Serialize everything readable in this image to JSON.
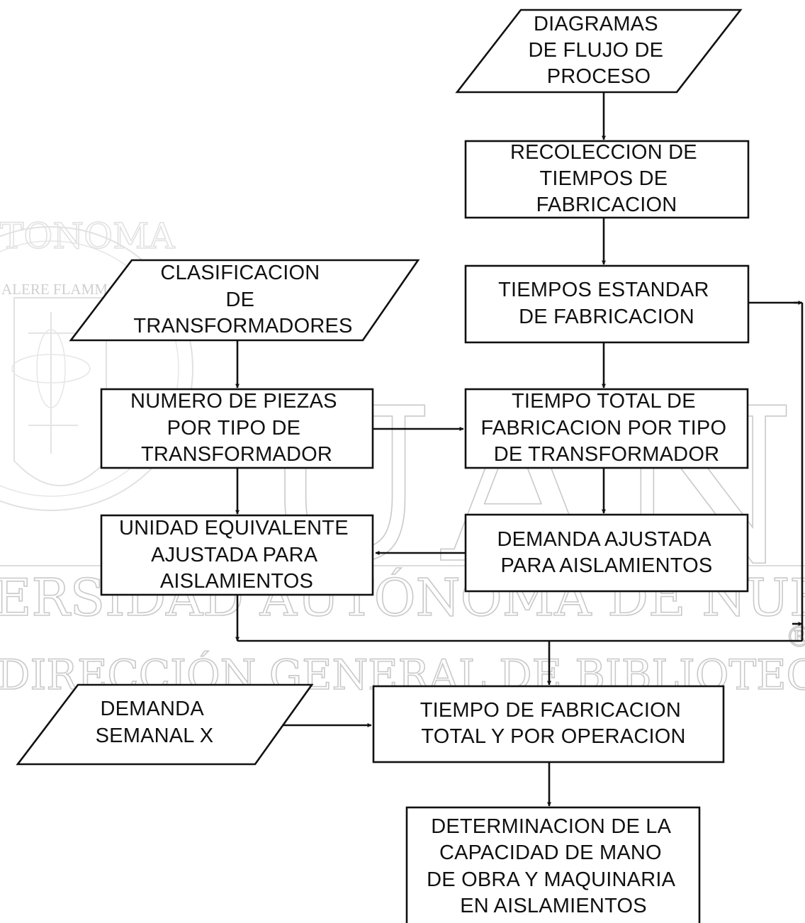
{
  "watermark": {
    "arc_text": "TONOMA",
    "seal_motto": "ALERE FLAMMAM VERITATIS",
    "big_letters": "UANL",
    "university": "ERSIDAD AUTÓNOMA DE NUEVO LEÓN",
    "direction": "DIRECCIÓN GENERAL DE BIBLIOTECAS",
    "registered": "®"
  },
  "nodes": {
    "diagramas": [
      "DIAGRAMAS",
      "DE FLUJO DE",
      "PROCESO"
    ],
    "recoleccion": [
      "RECOLECCION DE",
      "TIEMPOS DE",
      "FABRICACION"
    ],
    "tiempos_estandar": [
      "TIEMPOS ESTANDAR",
      "DE FABRICACION"
    ],
    "clasificacion": [
      "CLASIFICACION",
      "DE",
      "TRANSFORMADORES"
    ],
    "numero_piezas": [
      "NUMERO DE PIEZAS",
      "POR TIPO DE",
      "TRANSFORMADOR"
    ],
    "tiempo_total": [
      "TIEMPO TOTAL DE",
      "FABRICACION POR TIPO",
      "DE TRANSFORMADOR"
    ],
    "unidad_equivalente": [
      "UNIDAD EQUIVALENTE",
      "AJUSTADA PARA",
      "AISLAMIENTOS"
    ],
    "demanda_ajustada": [
      "DEMANDA AJUSTADA",
      "PARA AISLAMIENTOS"
    ],
    "demanda_semanal": [
      "DEMANDA",
      "SEMANAL X"
    ],
    "tiempo_fabricacion": [
      "TIEMPO DE FABRICACION",
      "TOTAL Y POR OPERACION"
    ],
    "determinacion": [
      "DETERMINACION DE LA",
      "CAPACIDAD DE MANO",
      "DE OBRA Y MAQUINARIA",
      "EN AISLAMIENTOS"
    ]
  }
}
